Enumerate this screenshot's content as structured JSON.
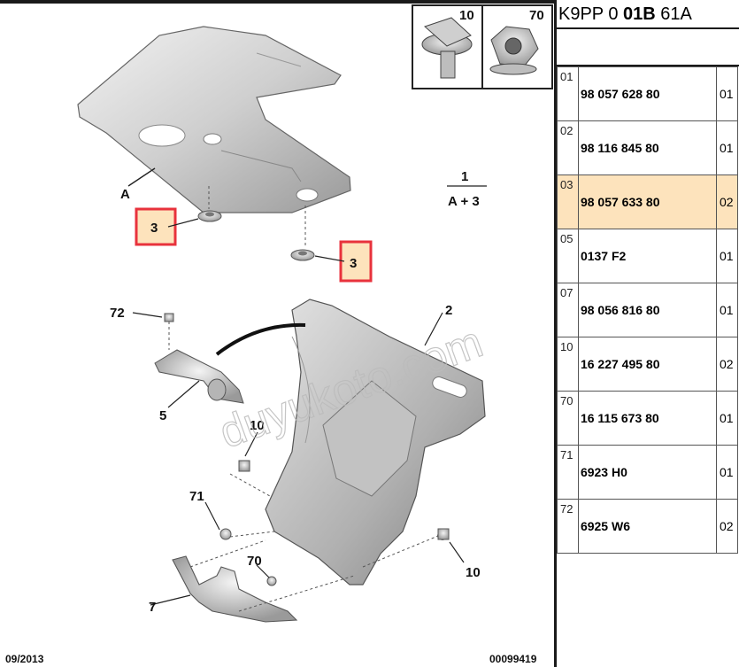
{
  "header": {
    "code_prefix": "K9PP 0 ",
    "code_bold": "01B",
    "code_suffix": " 61A"
  },
  "inset_labels": [
    "10",
    "70"
  ],
  "callouts": {
    "a": "A",
    "three_1": "3",
    "three_2": "3",
    "kit_number": "1",
    "kit_formula": "A + 3",
    "p72": "72",
    "p2": "2",
    "p5": "5",
    "p10_top": "10",
    "p71": "71",
    "p70": "70",
    "p10_bottom": "10",
    "p7": "7"
  },
  "watermark": "duyukoto.com",
  "footer": {
    "date": "09/2013",
    "doc_number": "00099419"
  },
  "parts": [
    {
      "ref": "01",
      "number": "98 057 628 80",
      "qty": "01",
      "highlighted": false
    },
    {
      "ref": "02",
      "number": "98 116 845 80",
      "qty": "01",
      "highlighted": false
    },
    {
      "ref": "03",
      "number": "98 057 633 80",
      "qty": "02",
      "highlighted": true
    },
    {
      "ref": "05",
      "number": "0137 F2",
      "qty": "01",
      "highlighted": false
    },
    {
      "ref": "07",
      "number": "98 056 816 80",
      "qty": "01",
      "highlighted": false
    },
    {
      "ref": "10",
      "number": "16 227 495 80",
      "qty": "02",
      "highlighted": false
    },
    {
      "ref": "70",
      "number": "16 115 673 80",
      "qty": "01",
      "highlighted": false
    },
    {
      "ref": "71",
      "number": "6923 H0",
      "qty": "01",
      "highlighted": false
    },
    {
      "ref": "72",
      "number": "6925 W6",
      "qty": "02",
      "highlighted": false
    }
  ],
  "colors": {
    "highlight_row": "#fde3bc",
    "callout_box_border": "#e8323c",
    "callout_box_fill": "#fde3bc"
  }
}
